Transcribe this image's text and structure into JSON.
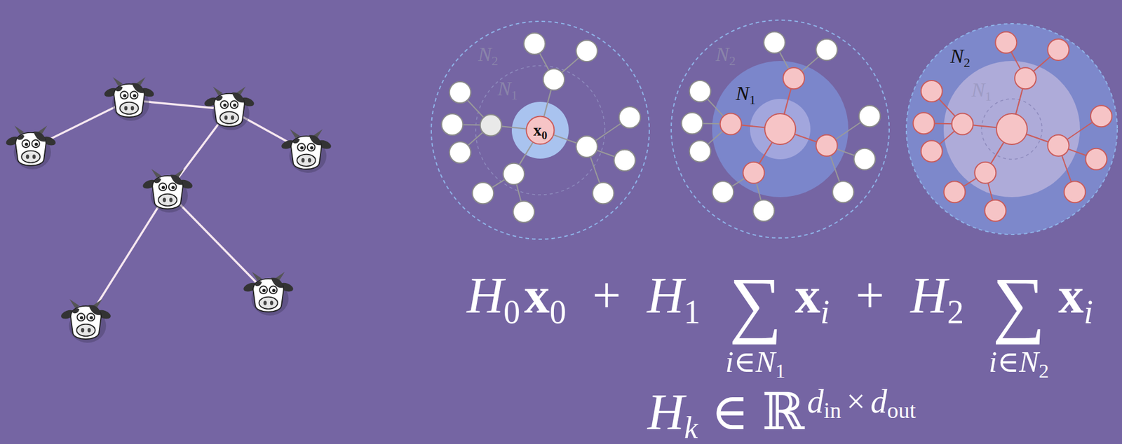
{
  "diagram": {
    "nodes": [
      {
        "text": [
          "x",
          "0"
        ]
      }
    ],
    "labels": [
      "N",
      "2",
      "N",
      "1",
      "N",
      "2",
      "N",
      "1",
      "N",
      "2",
      "N",
      "1",
      "H",
      "0",
      "x",
      "0",
      "+",
      "H",
      "1",
      "∑",
      "i∈N",
      "1",
      "x",
      "i",
      "+",
      "H",
      "2",
      "∑",
      "i∈N",
      "2",
      "x",
      "i",
      "H",
      "k",
      "∈",
      "ℝ",
      "d",
      "in",
      "×",
      "d",
      "out"
    ]
  }
}
